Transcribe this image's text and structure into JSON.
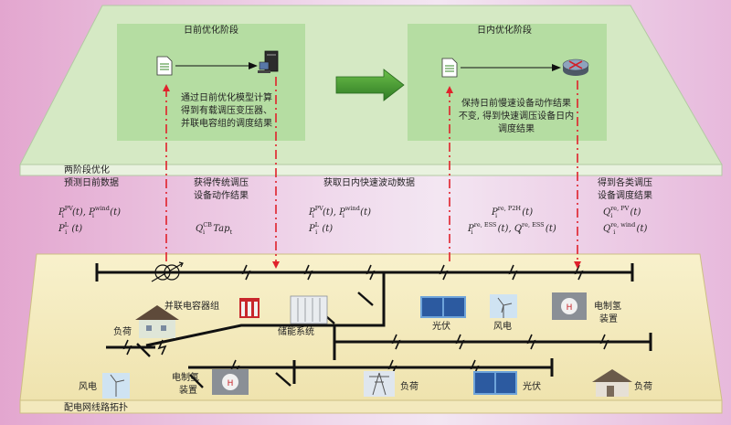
{
  "upper_panel": {
    "label": "两阶段优化",
    "day_ahead": {
      "title": "日前优化阶段",
      "text_lines": [
        "通过日前优化模型计算",
        "得到有载调压变压器、",
        "并联电容组的调度结果"
      ]
    },
    "intraday": {
      "title": "日内优化阶段",
      "text_lines": [
        "保持日前慢速设备动作结果",
        "不变, 得到快速调压设备日内",
        "调度结果"
      ]
    }
  },
  "middle": {
    "forecast_title": "预测日前数据",
    "f1_P": "P",
    "f1_PV_sup": "PV",
    "f1_mid": " (t), ",
    "f1_P2": "P",
    "f1_wind_sup": "wind",
    "f1_tail": " (t)",
    "f2_P": "P",
    "f2_L_sup": "L",
    "f2_tail": " (t)",
    "traditional_title": [
      "获得传统调压",
      "设备动作结果"
    ],
    "t_Q": "Q",
    "t_CB_sup": "CB",
    "t_mid": " Tap",
    "intraday_data_title": "获取日内快速波动数据",
    "i1_P": "P",
    "i1_PV_sup": "PV",
    "i1_mid": " (t), ",
    "i1_P2": "P",
    "i1_wind_sup": "wind",
    "i1_tail": " (t)",
    "i2_P": "P",
    "i2_L_sup": "L",
    "i2_tail": " (t)",
    "r1_P": "P",
    "r1_sup": "re, P2H",
    "r1_tail": " (t)",
    "r2_P": "P",
    "r2_sup": "re, ESS",
    "r2_mid": " (t), ",
    "r2_Q": "Q",
    "r2_sup2": "re, ESS",
    "r2_tail": " (t)",
    "result_title": [
      "得到各类调压",
      "设备调度结果"
    ],
    "q1_Q": "Q",
    "q1_sup": "re, PV",
    "q1_tail": " (t)",
    "q2_Q": "Q",
    "q2_sup": "re, wind",
    "q2_tail": " (t)",
    "sub_i": "i",
    "sub_t": "t"
  },
  "lower_panel": {
    "label": "配电网线路拓扑",
    "labels": {
      "capacitor": "并联电容器组",
      "load_left": "负荷",
      "storage": "储能系统",
      "pv_top": "光伏",
      "wind_top": "风电",
      "p2h_right": [
        "电制氢",
        "装置"
      ],
      "wind_bottom": "风电",
      "p2h_bottom": [
        "电制氢",
        "装置"
      ],
      "load_mid": "负荷",
      "pv_bottom": "光伏",
      "load_right": "负荷"
    }
  },
  "colors": {
    "top_panel": "#d5e9c4",
    "sub_panel": "#a9d897",
    "bottom_panel": "#f6efc6",
    "arrow_red": "#e0212b",
    "green_arrow": "#3f9a32"
  }
}
